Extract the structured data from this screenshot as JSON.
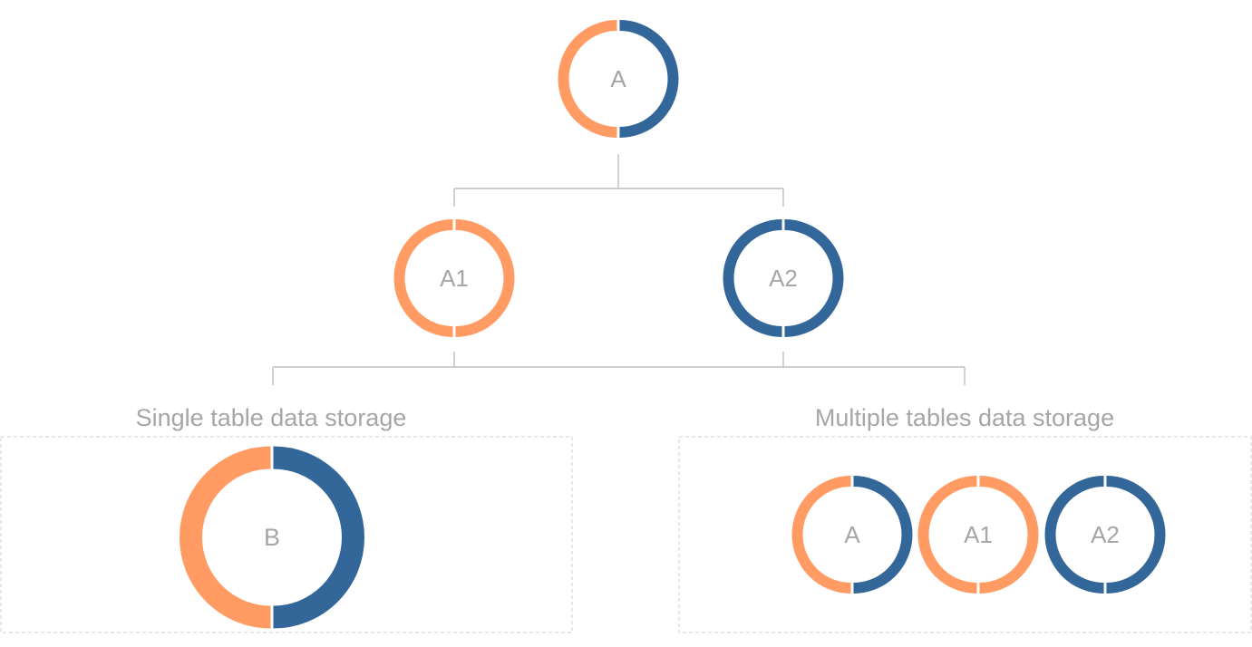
{
  "colors": {
    "orange": "#ff9b63",
    "blue": "#336699",
    "label": "#a6a6a6",
    "connector": "#bfbfbf",
    "panel_border": "#d9d9d9"
  },
  "tree": {
    "root": {
      "label": "A",
      "left_color": "orange",
      "right_color": "blue"
    },
    "child_left": {
      "label": "A1",
      "left_color": "orange",
      "right_color": "orange"
    },
    "child_right": {
      "label": "A2",
      "left_color": "blue",
      "right_color": "blue"
    }
  },
  "panels": {
    "single": {
      "title": "Single table data storage",
      "nodes": [
        {
          "label": "B",
          "left_color": "orange",
          "right_color": "blue"
        }
      ]
    },
    "multiple": {
      "title": "Multiple tables data storage",
      "nodes": [
        {
          "label": "A",
          "left_color": "orange",
          "right_color": "blue"
        },
        {
          "label": "A1",
          "left_color": "orange",
          "right_color": "orange"
        },
        {
          "label": "A2",
          "left_color": "blue",
          "right_color": "blue"
        }
      ]
    }
  }
}
